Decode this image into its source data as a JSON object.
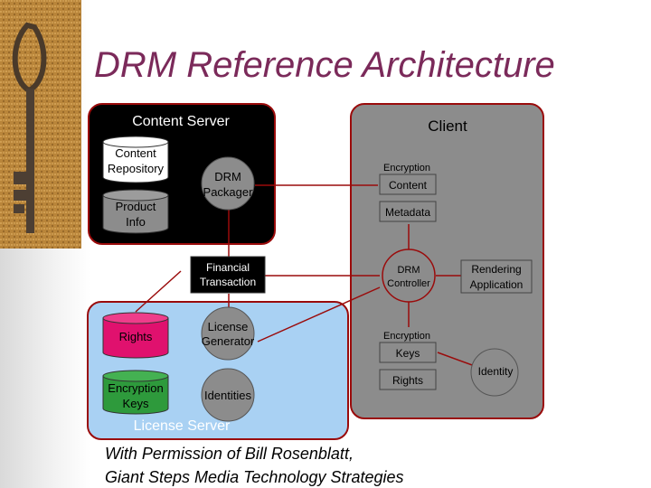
{
  "title": "DRM Reference Architecture",
  "content_server": {
    "label": "Content Server",
    "content_repository": [
      "Content",
      "Repository"
    ],
    "product_info": [
      "Product",
      "Info"
    ],
    "drm_packager": [
      "DRM",
      "Packager"
    ]
  },
  "client": {
    "label": "Client",
    "encryption_top": "Encryption",
    "content": "Content",
    "metadata": "Metadata",
    "drm_controller": [
      "DRM",
      "Controller"
    ],
    "encryption_bottom": "Encryption",
    "keys": "Keys",
    "rights": "Rights"
  },
  "financial_transaction": [
    "Financial",
    "Transaction"
  ],
  "rendering_application": [
    "Rendering",
    "Application"
  ],
  "identity": "Identity",
  "license_server": {
    "label": "License Server",
    "rights": "Rights",
    "encryption_keys": [
      "Encryption",
      "Keys"
    ],
    "license_generator": [
      "License",
      "Generator"
    ],
    "identities": "Identities"
  },
  "caption": [
    "With Permission of Bill Rosenblatt,",
    "Giant Steps Media Technology Strategies"
  ],
  "colors": {
    "title": "#7b2a5a",
    "connector": "#9a0b0b",
    "rights_cylinder": "#e0116e",
    "keys_cylinder": "#2e9a3c",
    "repository_cylinder": "#ffffff",
    "product_info_cylinder": "#8c8c8c",
    "license_server_bg": "#a9d1f3",
    "client_bg": "#8c8c8c",
    "content_server_bg": "#000000"
  }
}
